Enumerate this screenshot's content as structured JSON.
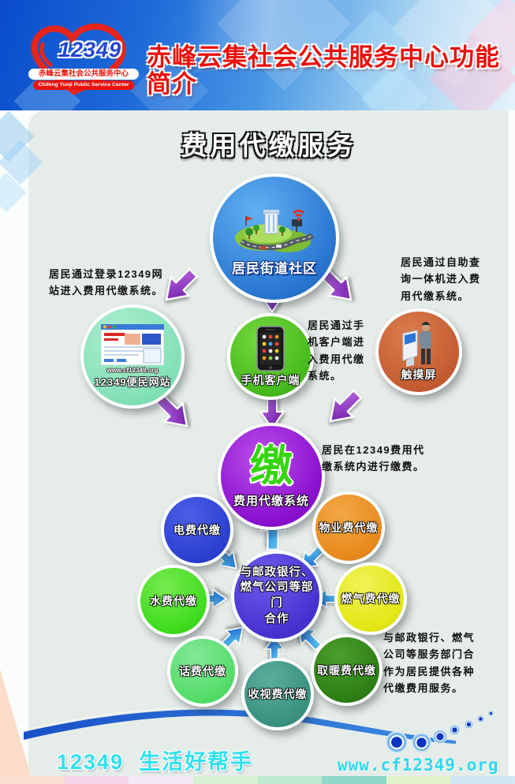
{
  "header": {
    "logo": {
      "hotline": "12349",
      "org_cn": "赤峰云集社会公共服务中心",
      "org_en": "Chifeng Yunji Public Service Center"
    },
    "title": "赤峰云集社会公共服务中心功能简介"
  },
  "poster": {
    "banner": "费用代缴服务",
    "community": {
      "label": "居民街道社区"
    },
    "channels": {
      "website": {
        "label": "12349便民网站",
        "url": "www.cf12349.org",
        "note": "居民通过登录12349网\n站进入费用代缴系统。"
      },
      "mobile": {
        "label": "手机客户端",
        "note": "居民通过手\n机客户端进\n入费用代缴\n系统。"
      },
      "touchscreen": {
        "label": "触摸屏",
        "note": "居民通过自助查\n询一体机进入费\n用代缴系统。"
      }
    },
    "system": {
      "glyph": "缴",
      "label": "费用代缴系统",
      "note": "居民在12349费用代\n缴系统内进行缴费。"
    },
    "cooperation": {
      "label": "与邮政银行、\n燃气公司等部门\n合作",
      "note": "与邮政银行、燃气\n公司等服务部门合\n作为居民提供各种\n代缴费用服务。"
    },
    "fees": [
      {
        "label": "电费代缴",
        "color": "#2b3fd0"
      },
      {
        "label": "物业费代缴",
        "color": "#e8891c"
      },
      {
        "label": "水费代缴",
        "color": "#3edc1c"
      },
      {
        "label": "燃气费代缴",
        "color": "#e3e715"
      },
      {
        "label": "话费代缴",
        "color": "#53dc68"
      },
      {
        "label": "收视费代缴",
        "color": "#3a9180"
      },
      {
        "label": "取暖费代缴",
        "color": "#2d7e14"
      }
    ]
  },
  "footer": {
    "slogan": "12349  生活好帮手",
    "website": "www.cf12349.org"
  }
}
